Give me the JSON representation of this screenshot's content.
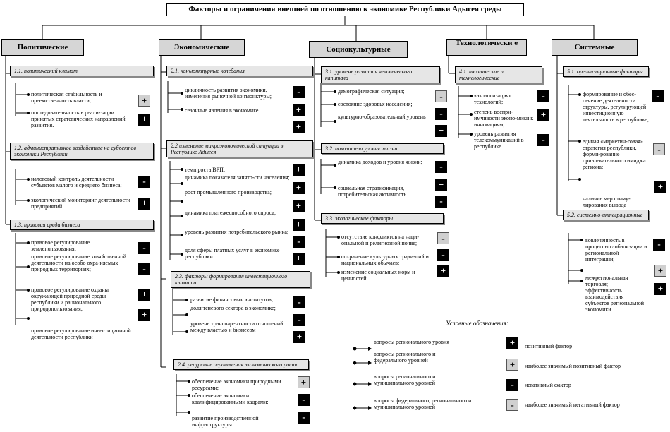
{
  "title": "Факторы и ограничения внешней по отношению к экономике Республики Адыгея среды",
  "categories": {
    "political": "Политические",
    "economic": "Экономические",
    "sociocultural": "Социокультурные",
    "technological": "Технологически е",
    "system": "Системные"
  },
  "political": {
    "s1": "1.1. политический климат",
    "s1_items": [
      "политическая стабильность и преемственность власти;",
      "последовательность в реали-зации принятых стратегических направлений развития."
    ],
    "s2": "1.2. административное воздействие на субъектов экономики Республики",
    "s2_items": [
      "налоговый контроль деятельности субъектов малого и среднего бизнеса;",
      "экологический мониторинг деятельности предприятий."
    ],
    "s3": "1.3. правовая среда бизнеса",
    "s3_items": [
      "правовое регулирование землепользования;",
      "правовое регулирование хозяйственной деятельности на особо охра-няемых природных территориях;",
      "правовое регулирование охраны окружающей природной среды республики и рационального природопользования;",
      "правовое регулирование инвестиционной деятельности республики"
    ]
  },
  "economic": {
    "s1": "2.1. конъюнктурные колебания",
    "s1_items": [
      "цикличность развития экономики, изменения рыночной конъюнктуры;",
      "сезонные явления в экономике"
    ],
    "s2": "2.2 изменение макроэкономической ситуации в Республике Адыгея",
    "s2_items": [
      "темп роста ВРП;",
      "динамика показателя занято-сти населения;",
      "рост промышленного производства;",
      "динамика платежеспособного спроса;",
      "уровень развития потребительского рынка;",
      "доля сферы платных услуг в экономике республики"
    ],
    "s3": "2.3. факторы формирования инвестиционного климата.",
    "s3_items": [
      "развитие финансовых институтов;",
      "доля теневого сектора в экономике;",
      "уровень транспарентности отношений между властью и бизнесом"
    ],
    "s4": "2.4. ресурсные ограничения экономического роста",
    "s4_items": [
      "обеспечение экономики природными ресурсами;",
      "обеспечение экономики квалифицированными кадрами;",
      "развитие производственной инфраструктуры"
    ]
  },
  "sociocultural": {
    "s1": "3.1. уровень развития человеческого капитала",
    "s1_items": [
      "демографическая ситуация;",
      "состояние здоровья населения;",
      "культурно-образовательный уровень"
    ],
    "s2": "3.2. показатели уровня жизни",
    "s2_items": [
      "динамика доходов и уровня жизни;",
      "социальная стратификация, потребительская активность"
    ],
    "s3": "3.3. экологические факторы",
    "s3_items": [
      "отсутствие конфликтов на наци-ональной и религиозной почве;",
      "сохранение культурных тради-ций и национальных обычаев;",
      "изменение социальных норм и ценностей"
    ]
  },
  "technological": {
    "s1": "4.1. технические и технологические",
    "s1_items": [
      "«экологизация» технологий;",
      "степень воспри-имчивости эконо-мики к инновациям;",
      "уровень развития телекоммуникаций в республике"
    ]
  },
  "system": {
    "s1": "5.1. организационные факторы",
    "s1_items": [
      "формирование и обес-печение деятельности структуры, регулирующей инвестиционную деятельность в республике;",
      "единая «маркетин-говая» стратегия республики, форми-рование привлекательного имиджа региона;",
      "наличие мер стиму-лирования вывода"
    ],
    "s2": "5.2. системно-интеграционные",
    "s2_items": [
      "вовлеченность в процессы глобализации и региональной интеграции;",
      "межрегиональная торговля;",
      "эффективность взаимодействия субъектов региональной экономики"
    ]
  },
  "legend": {
    "title": "Условные обозначения:",
    "items": [
      "вопросы регионального уровня",
      "вопросы регионального и федерального уровней",
      "вопросы регионального и муниципального уровней",
      "вопросы федерального, регионального и муниципального уровней"
    ],
    "signs": [
      {
        "glyph": "+",
        "label": "позитивный фактор"
      },
      {
        "glyph": "+",
        "label": "наиболее значимый позитивный фактор"
      },
      {
        "glyph": "-",
        "label": "негативный фактор"
      },
      {
        "glyph": "-",
        "label": "наиболее значимый негативный фактор"
      }
    ]
  },
  "signs": {
    "plus": "+",
    "minus": "-"
  }
}
